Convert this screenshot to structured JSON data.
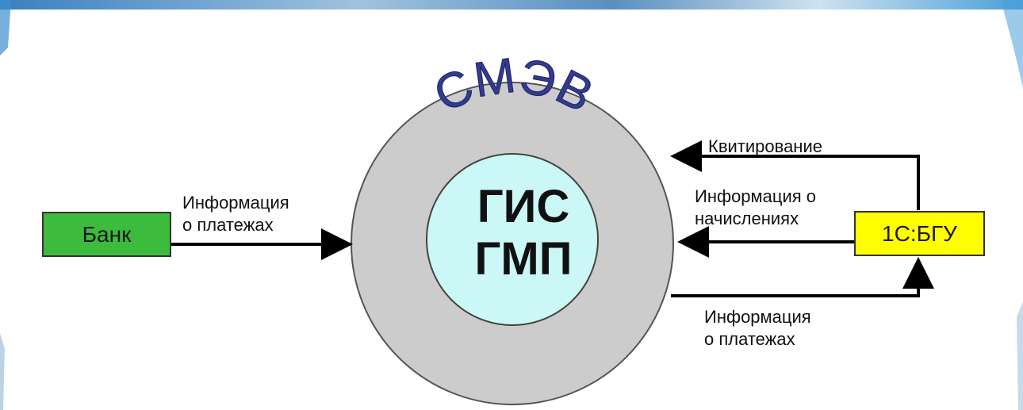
{
  "colors": {
    "bank_fill": "#3dbb3d",
    "bgu_fill": "#ffff00",
    "outer_circle": "#cccccc",
    "inner_circle": "#ccf7f7",
    "smev_text": "#333b8f",
    "arrow": "#000000"
  },
  "nodes": {
    "bank": "Банк",
    "bgu": "1С:БГУ",
    "smev": "СМЭВ",
    "gis_line1": "ГИС",
    "gis_line2": "ГМП"
  },
  "edges": {
    "bank_to_smev": {
      "line1": "Информация",
      "line2": "о платежах"
    },
    "bgu_kvitirovanie": "Квитирование",
    "bgu_nachisleniya": {
      "line1": "Информация о",
      "line2": "начислениях"
    },
    "smev_to_bgu_payments": {
      "line1": "Информация",
      "line2": "о платежах"
    }
  }
}
